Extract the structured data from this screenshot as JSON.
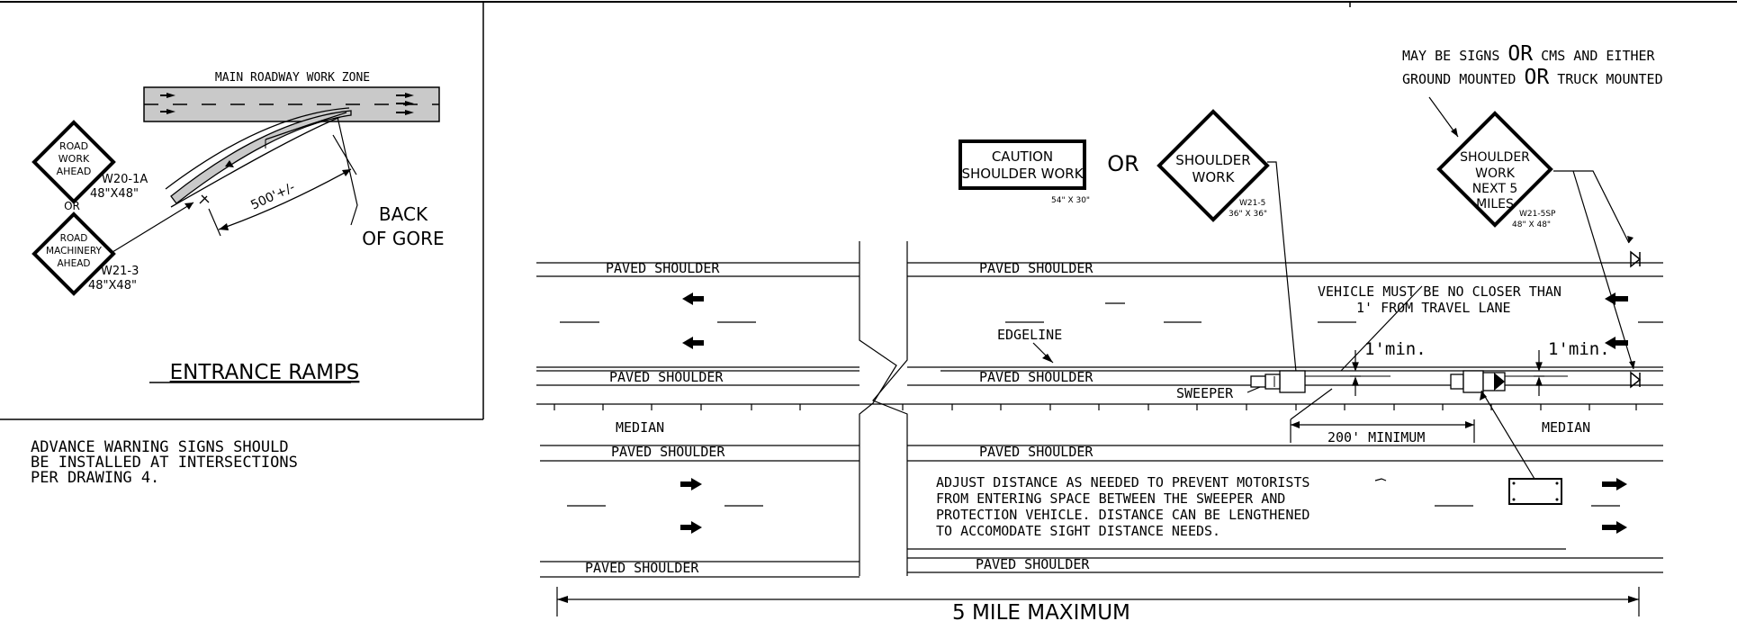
{
  "inset": {
    "work_zone_label": "MAIN ROADWAY WORK ZONE",
    "sign1": {
      "lines": [
        "ROAD",
        "WORK",
        "AHEAD"
      ],
      "code": "W20-1A",
      "size": "48\"X48\""
    },
    "or_label": "OR",
    "sign2": {
      "lines": [
        "ROAD",
        "MACHINERY",
        "AHEAD"
      ],
      "code": "W21-3",
      "size": "48\"X48\""
    },
    "distance": "500'+/-",
    "back_of_gore": [
      "BACK",
      "OF GORE"
    ],
    "title": "ENTRANCE RAMPS"
  },
  "note_advance": [
    "ADVANCE WARNING SIGNS SHOULD",
    "BE INSTALLED AT INTERSECTIONS",
    "PER DRAWING 4."
  ],
  "cms_note": {
    "line1": [
      "MAY BE SIGNS ",
      "OR",
      " CMS AND EITHER"
    ],
    "line2": [
      "GROUND MOUNTED ",
      "OR",
      " TRUCK MOUNTED"
    ]
  },
  "sign_caution": {
    "lines": [
      "CAUTION",
      "SHOULDER WORK"
    ],
    "size": "54\" X 30\""
  },
  "or_big": "OR",
  "sign_shoulder": {
    "lines": [
      "SHOULDER",
      "WORK"
    ],
    "code": "W21-5",
    "size": "36\" X 36\""
  },
  "sign_next5": {
    "lines": [
      "SHOULDER",
      "WORK",
      "NEXT 5",
      "MILES"
    ],
    "code": "W21-5SP",
    "size": "48\" X 48\""
  },
  "labels": {
    "paved_shoulder": "PAVED SHOULDER",
    "median": "MEDIAN",
    "edgeline": "EDGELINE",
    "sweeper": "SWEEPER",
    "one_ft_min": "1'min.",
    "min_200": "200' MINIMUM",
    "vehicle_note": [
      "VEHICLE MUST BE NO CLOSER THAN",
      "1' FROM TRAVEL LANE"
    ],
    "adjust_note": [
      "ADJUST DISTANCE AS NEEDED TO PREVENT MOTORISTS",
      "FROM ENTERING SPACE BETWEEN THE SWEEPER AND",
      "PROTECTION VEHICLE.  DISTANCE CAN BE LENGTHENED",
      "TO ACCOMODATE SIGHT DISTANCE NEEDS."
    ],
    "five_mile": "5 MILE MAXIMUM"
  }
}
